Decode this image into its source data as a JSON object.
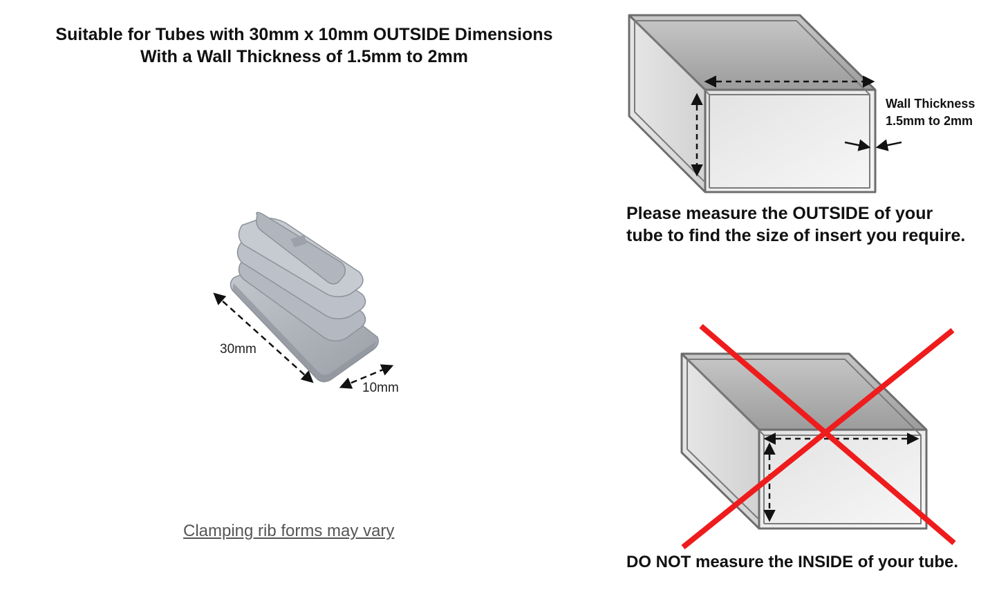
{
  "heading": {
    "line1": "Suitable for Tubes with 30mm x 10mm OUTSIDE Dimensions",
    "line2": "With a Wall Thickness of 1.5mm to 2mm"
  },
  "product": {
    "length_label": "30mm",
    "width_label": "10mm",
    "caption": "Clamping rib forms may vary"
  },
  "correct_diagram": {
    "wall_label_line1": "Wall Thickness",
    "wall_label_line2": "1.5mm to 2mm",
    "note": "Please measure the OUTSIDE of your tube to find the size of insert you require."
  },
  "incorrect_diagram": {
    "note": "DO NOT measure the INSIDE of your tube."
  },
  "colors": {
    "cross": "#ee1c1c",
    "tube_top": "#a8a8a8",
    "tube_face": "#eeeeee",
    "insert": "#a9adb5"
  }
}
